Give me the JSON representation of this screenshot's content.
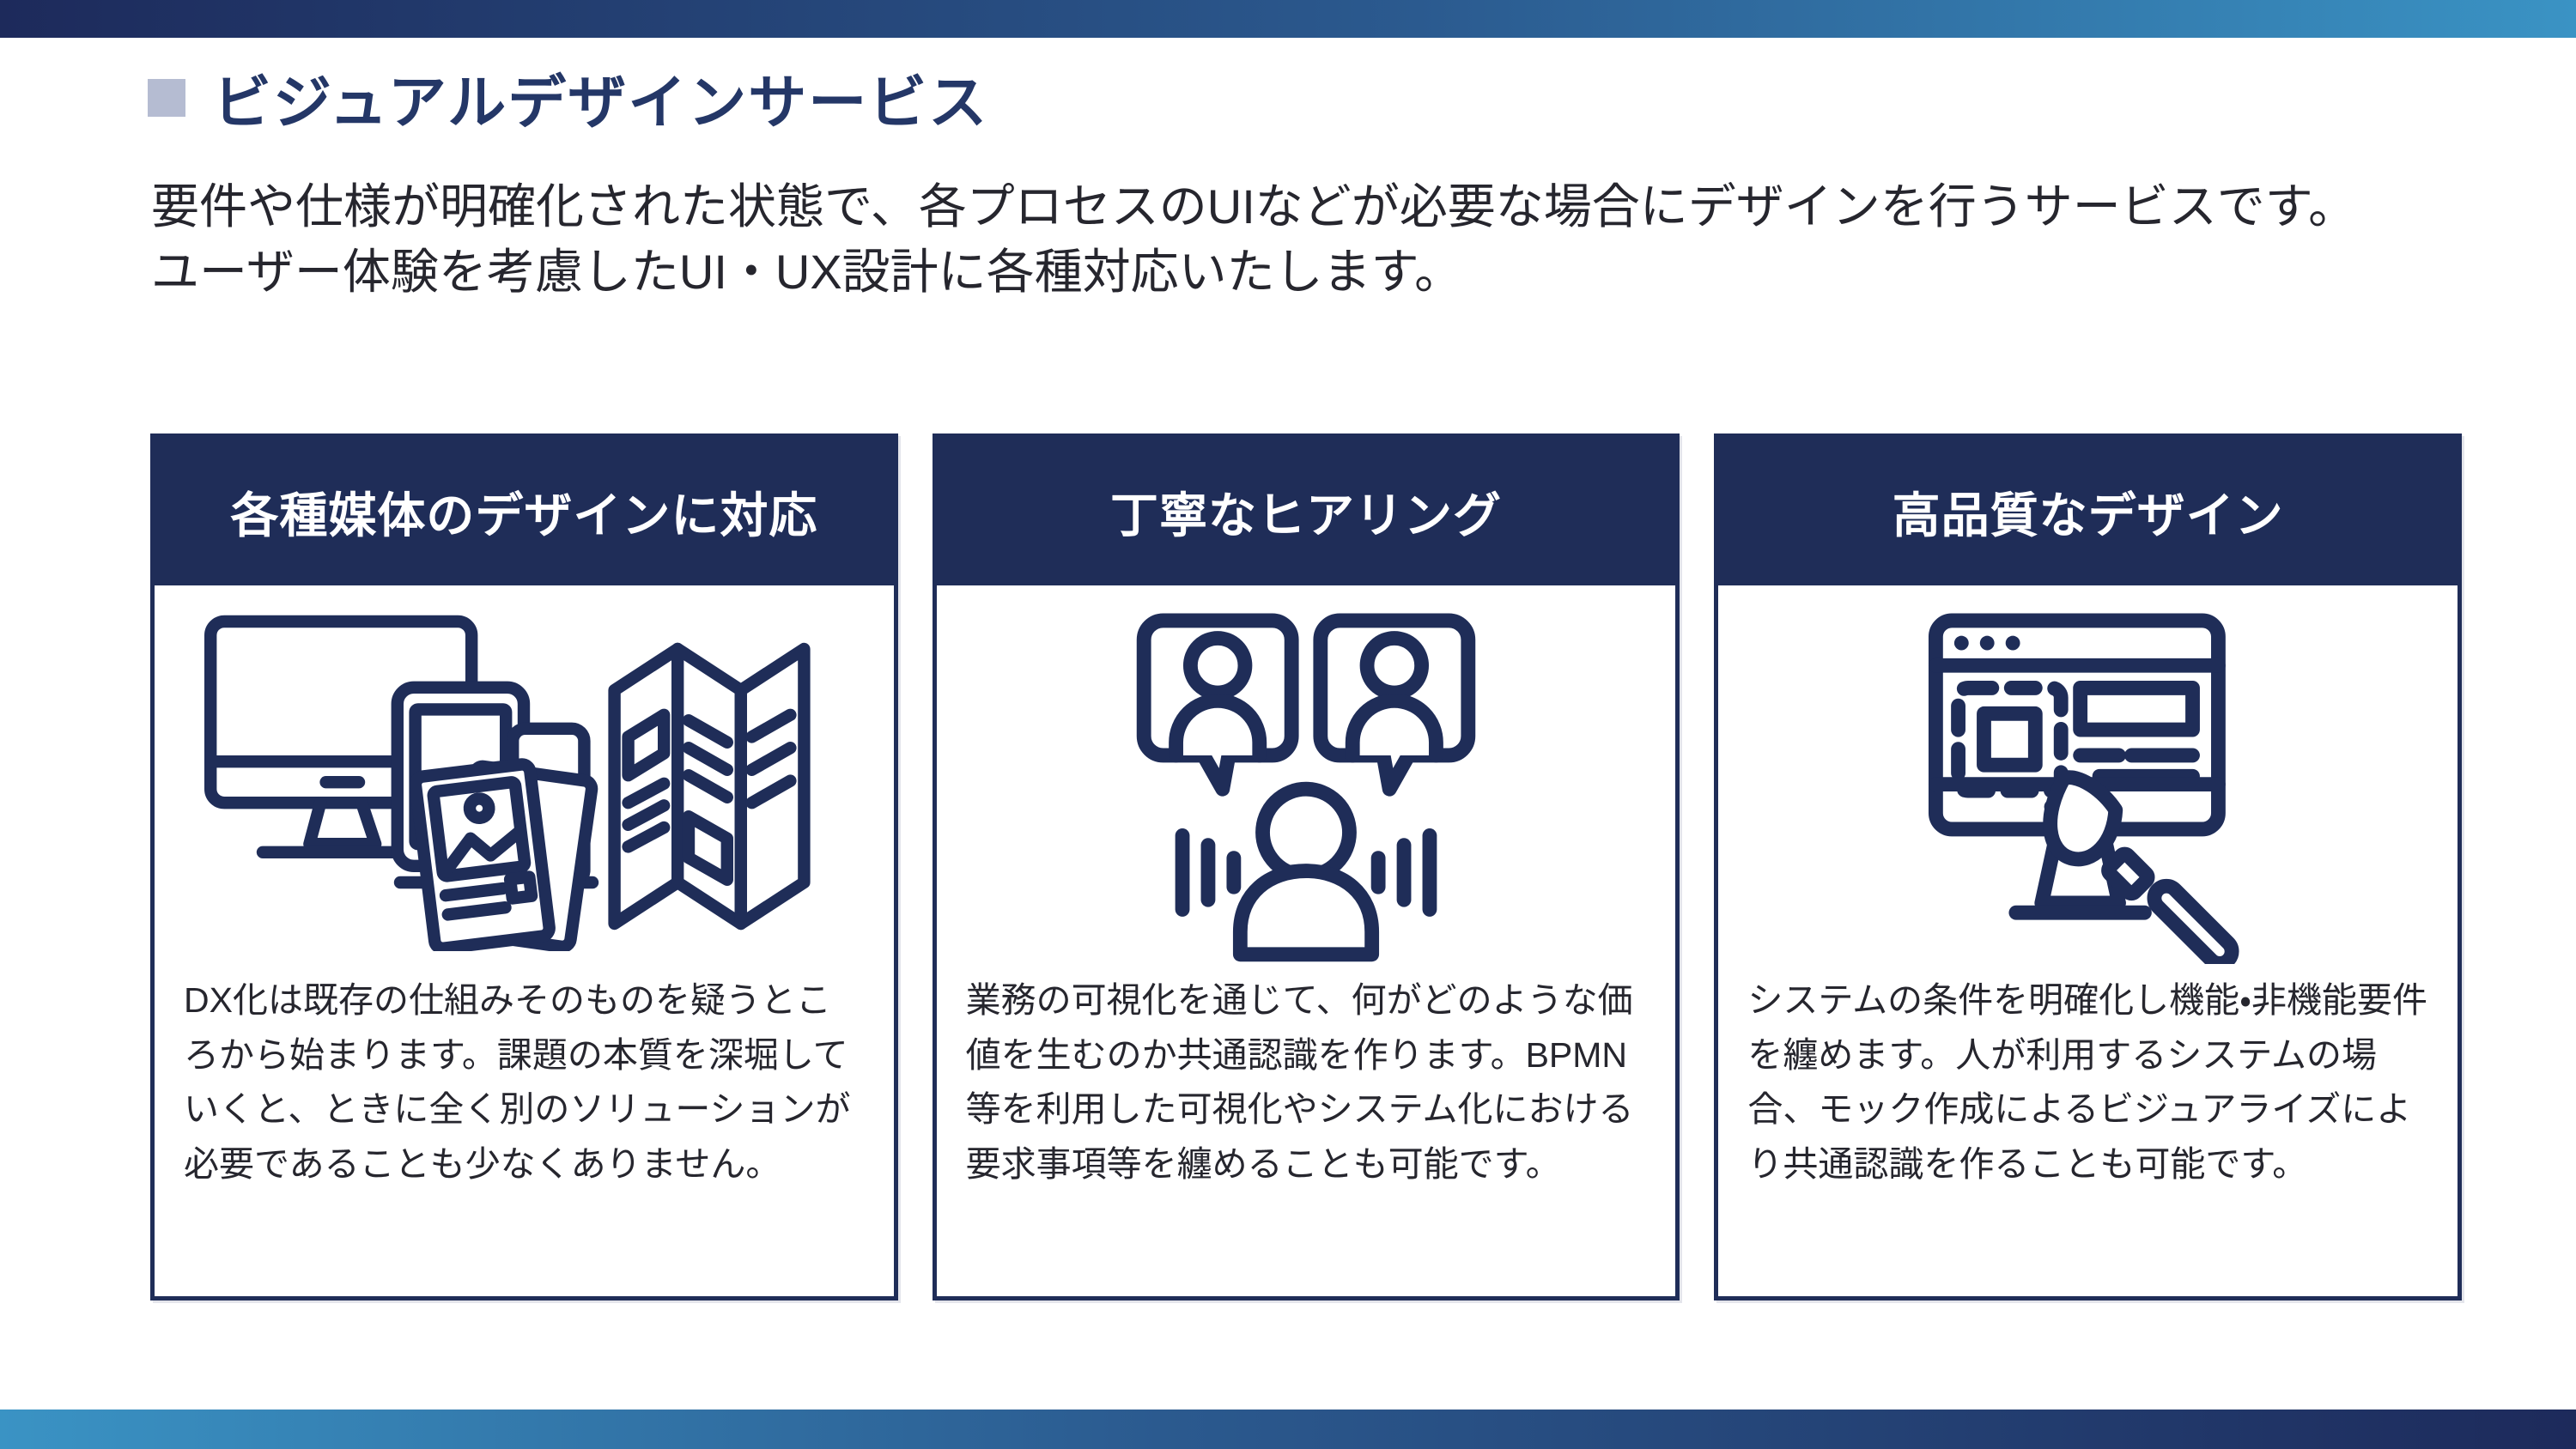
{
  "slide": {
    "background": "#ffffff",
    "accent_navy": "#1f2d58",
    "title_color": "#243767",
    "body_text_color": "#26262e",
    "bullet_color": "#b5bcd2",
    "top_bar_gradient": [
      "#1d2a5b",
      "#3a93c4"
    ],
    "bottom_bar_gradient": [
      "#3a93c4",
      "#1d2a5b"
    ]
  },
  "header": {
    "bullet_icon": "square-bullet-icon",
    "title": "ビジュアルデザインサービス",
    "description_line1": "要件や仕様が明確化された状態で、各プロセスのUIなどが必要な場合にデザインを行うサービスです。",
    "description_line2": "ユーザー体験を考慮したUI・UX設計に各種対応いたします。"
  },
  "cards": [
    {
      "title": "各種媒体のデザインに対応",
      "icon": "devices-print-media-icon",
      "body": "DX化は既存の仕組みそのものを疑うところから始まります。課題の本質を深堀していくと、ときに全く別のソリューションが必要であることも少なくありません。"
    },
    {
      "title": "丁寧なヒアリング",
      "icon": "interview-hearing-icon",
      "body": "業務の可視化を通じて、何がどのような価値を生むのか共通認識を作ります。BPMN等を利用した可視化やシステム化における要求事項等を纏めることも可能です。"
    },
    {
      "title": "高品質なデザイン",
      "icon": "design-mockup-icon",
      "body": "システムの条件を明確化し機能・非機能要件を纏めます。人が利用するシステムの場合、モック作成によるビジュアライズにより共通認識を作ることも可能です。"
    }
  ]
}
